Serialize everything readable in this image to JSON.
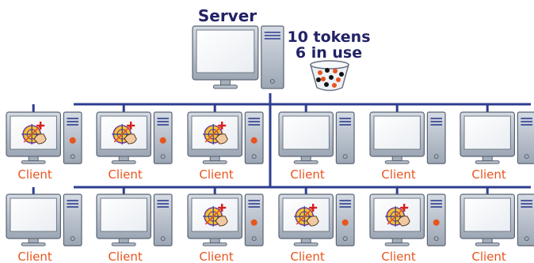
{
  "server": {
    "label": "Server",
    "tokens_total_text": "10 tokens",
    "tokens_in_use_text": "6 in use",
    "tokens": [
      {
        "color": "#e8541e"
      },
      {
        "color": "#111111"
      },
      {
        "color": "#e8541e"
      },
      {
        "color": "#111111"
      },
      {
        "color": "#e8541e"
      },
      {
        "color": "#111111"
      },
      {
        "color": "#e8541e"
      },
      {
        "color": "#111111"
      },
      {
        "color": "#e8541e"
      },
      {
        "color": "#111111"
      }
    ]
  },
  "clients": [
    {
      "label": "Client",
      "using_token": true
    },
    {
      "label": "Client",
      "using_token": true
    },
    {
      "label": "Client",
      "using_token": true
    },
    {
      "label": "Client",
      "using_token": false
    },
    {
      "label": "Client",
      "using_token": false
    },
    {
      "label": "Client",
      "using_token": false
    },
    {
      "label": "Client",
      "using_token": false
    },
    {
      "label": "Client",
      "using_token": false
    },
    {
      "label": "Client",
      "using_token": true
    },
    {
      "label": "Client",
      "using_token": true
    },
    {
      "label": "Client",
      "using_token": true
    },
    {
      "label": "Client",
      "using_token": false
    }
  ],
  "colors": {
    "line": "#2e3d8f",
    "label_text": "#222266",
    "client_text": "#e8541e",
    "token_active": "#e8541e",
    "monitor_body": "#b7bfcb",
    "screen": "#ffffff",
    "app_icon": "tool-gear-hand"
  }
}
